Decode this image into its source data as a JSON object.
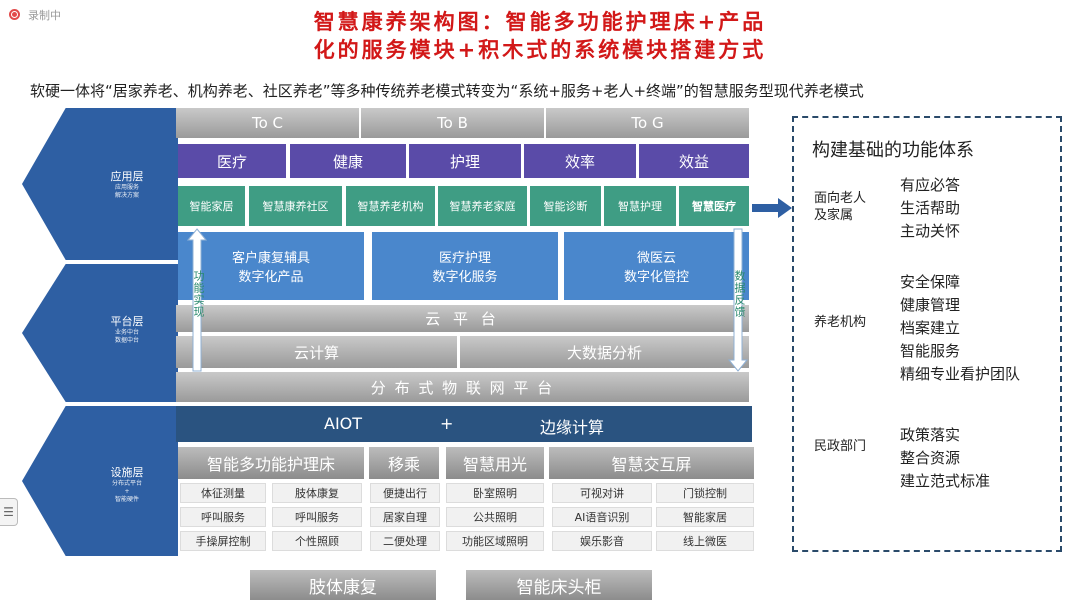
{
  "recording": {
    "label": "录制中"
  },
  "title": {
    "line1": "智慧康养架构图：智能多功能护理床+产品",
    "line2": "化的服务模块+积木式的系统模块搭建方式"
  },
  "subtitle": "软硬一体将“居家养老、机构养老、社区养老”等多种传统养老模式转变为“系统+服务+老人+终端”的智慧服务型现代养老模式",
  "layers": [
    {
      "name": "应用层",
      "sub": [
        "应用服务",
        "解决方案"
      ]
    },
    {
      "name": "平台层",
      "sub": [
        "业务中台",
        "数据中台"
      ]
    },
    {
      "name": "设施层",
      "sub": [
        "分布式平台",
        "+",
        "智能硬件"
      ]
    }
  ],
  "targets": [
    "To C",
    "To B",
    "To G"
  ],
  "values": [
    "医疗",
    "健康",
    "护理",
    "效率",
    "效益"
  ],
  "scenes": [
    "智能家居",
    "智慧康养社区",
    "智慧养老机构",
    "智慧养老家庭",
    "智能诊断",
    "智慧护理",
    "智慧医疗"
  ],
  "products": [
    {
      "line1": "客户康复辅具",
      "line2": "数字化产品"
    },
    {
      "line1": "医疗护理",
      "line2": "数字化服务"
    },
    {
      "line1": "微医云",
      "line2": "数字化管控"
    }
  ],
  "arrows": {
    "left": "功能实现",
    "right": "数据反馈"
  },
  "platform": {
    "cloud": "云  平  台",
    "compute": "云计算",
    "bigdata": "大数据分析",
    "iot": "分 布 式 物 联 网 平 台"
  },
  "aiot": {
    "left": "AIOT",
    "plus": "+",
    "right": "边缘计算"
  },
  "facilities": [
    {
      "name": "智能多功能护理床",
      "items": [
        "体征测量",
        "肢体康复",
        "呼叫服务",
        "呼叫服务",
        "手操屏控制",
        "个性照顾"
      ]
    },
    {
      "name": "移乘",
      "items": [
        "便捷出行",
        "居家自理",
        "二便处理"
      ]
    },
    {
      "name": "智慧用光",
      "items": [
        "卧室照明",
        "公共照明",
        "功能区域照明"
      ]
    },
    {
      "name": "智慧交互屏",
      "items": [
        "可视对讲",
        "门锁控制",
        "AI语音识别",
        "智能家居",
        "娱乐影音",
        "线上微医"
      ]
    }
  ],
  "bottom": [
    "肢体康复",
    "智能床头柜"
  ],
  "right_panel": {
    "title": "构建基础的功能体系",
    "groups": [
      {
        "category": [
          "面向老人",
          "及家属"
        ],
        "items": [
          "有应必答",
          "生活帮助",
          "主动关怀"
        ]
      },
      {
        "category": [
          "养老机构"
        ],
        "items": [
          "安全保障",
          "健康管理",
          "档案建立",
          "智能服务",
          "精细专业看护团队"
        ]
      },
      {
        "category": [
          "民政部门"
        ],
        "items": [
          "政策落实",
          "整合资源",
          "建立范式标准"
        ]
      }
    ]
  },
  "side_tab": {
    "icon": "menu-icon"
  },
  "colors": {
    "title": "#d21818",
    "layer": "#2e5fa3",
    "value": "#5a4ba8",
    "scene": "#3f9d84",
    "product": "#4a87cc",
    "aiot": "#2a5380"
  }
}
